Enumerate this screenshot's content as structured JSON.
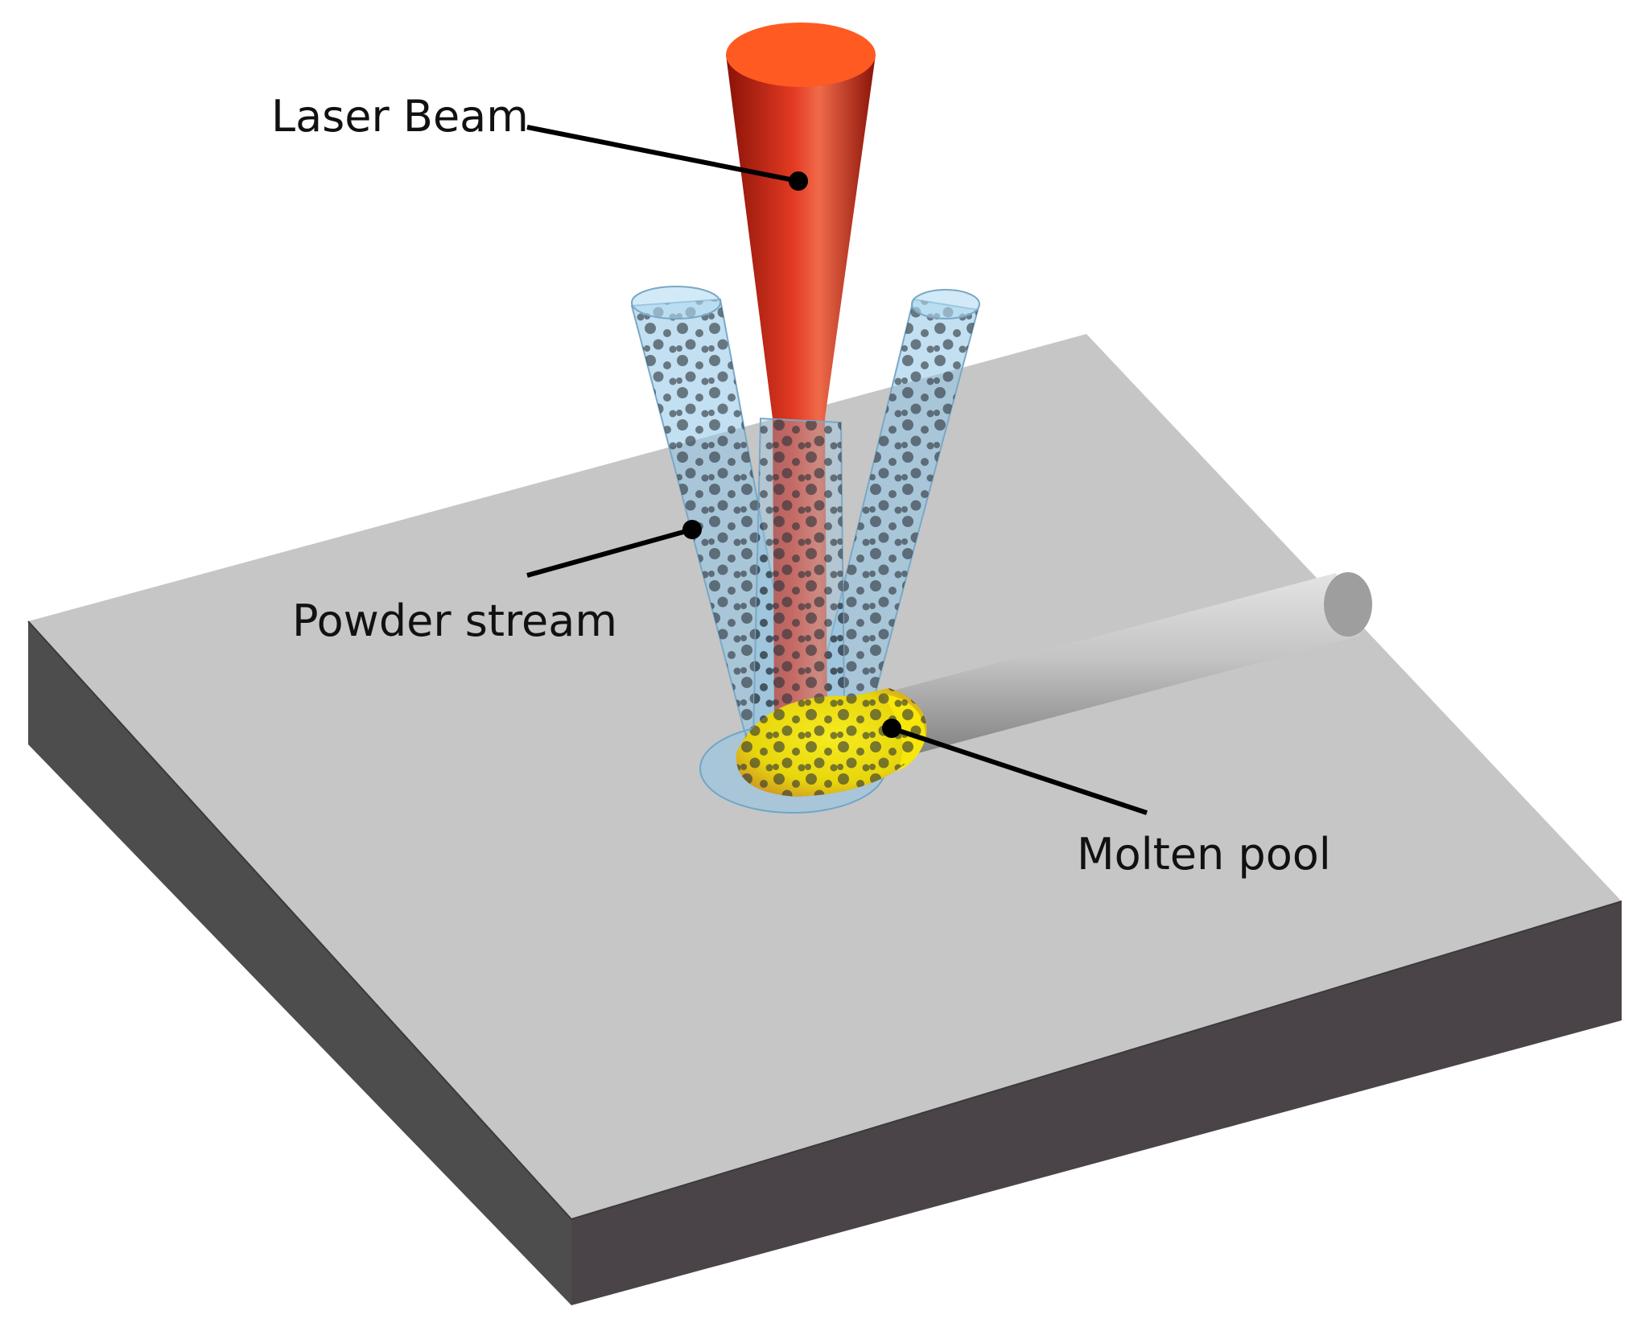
{
  "labels": {
    "laser_beam": "Laser Beam",
    "powder_stream": "Powder stream",
    "molten_pool": "Molten pool"
  },
  "colors": {
    "plate_top": "#c6c6c6",
    "plate_side_left": "#4d4d4d",
    "plate_side_front": "#4a4448",
    "laser_beam": "#c8281a",
    "laser_top": "#ff5a22",
    "powder_tube": "#8fc6e6",
    "powder_particle": "#2a3038",
    "molten_pool": "#f2e20a",
    "deposited_track": "#b8b8b8",
    "leader_line": "#000000"
  }
}
